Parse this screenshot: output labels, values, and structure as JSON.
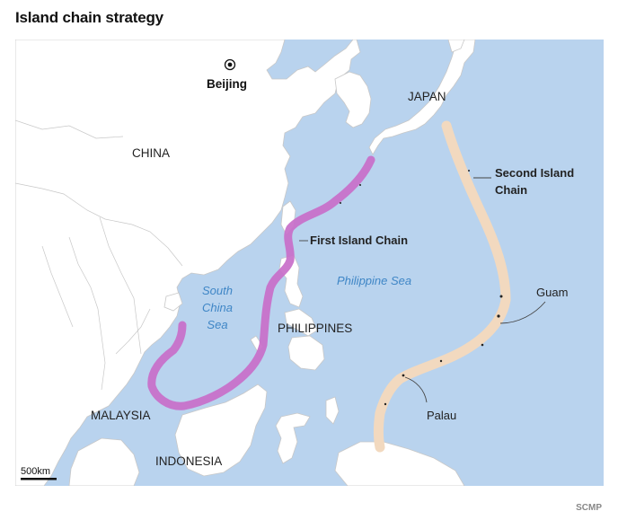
{
  "title": "Island chain strategy",
  "source": "SCMP",
  "colors": {
    "sea": "#b9d3ee",
    "land": "#ffffff",
    "border": "#c8c8c8",
    "first_chain": "#c86ec9",
    "second_chain": "#f2d9bf",
    "sea_label": "#3f86c6"
  },
  "labels": {
    "beijing": "Beijing",
    "china": "CHINA",
    "japan": "JAPAN",
    "philippines": "PHILIPPINES",
    "malaysia": "MALAYSIA",
    "indonesia": "INDONESIA",
    "south_china_sea": [
      "South",
      "China",
      "Sea"
    ],
    "philippine_sea": "Philippine Sea",
    "first_chain": "First Island Chain",
    "second_chain": [
      "Second Island",
      "Chain"
    ],
    "guam": "Guam",
    "palau": "Palau",
    "scale": "500km"
  }
}
